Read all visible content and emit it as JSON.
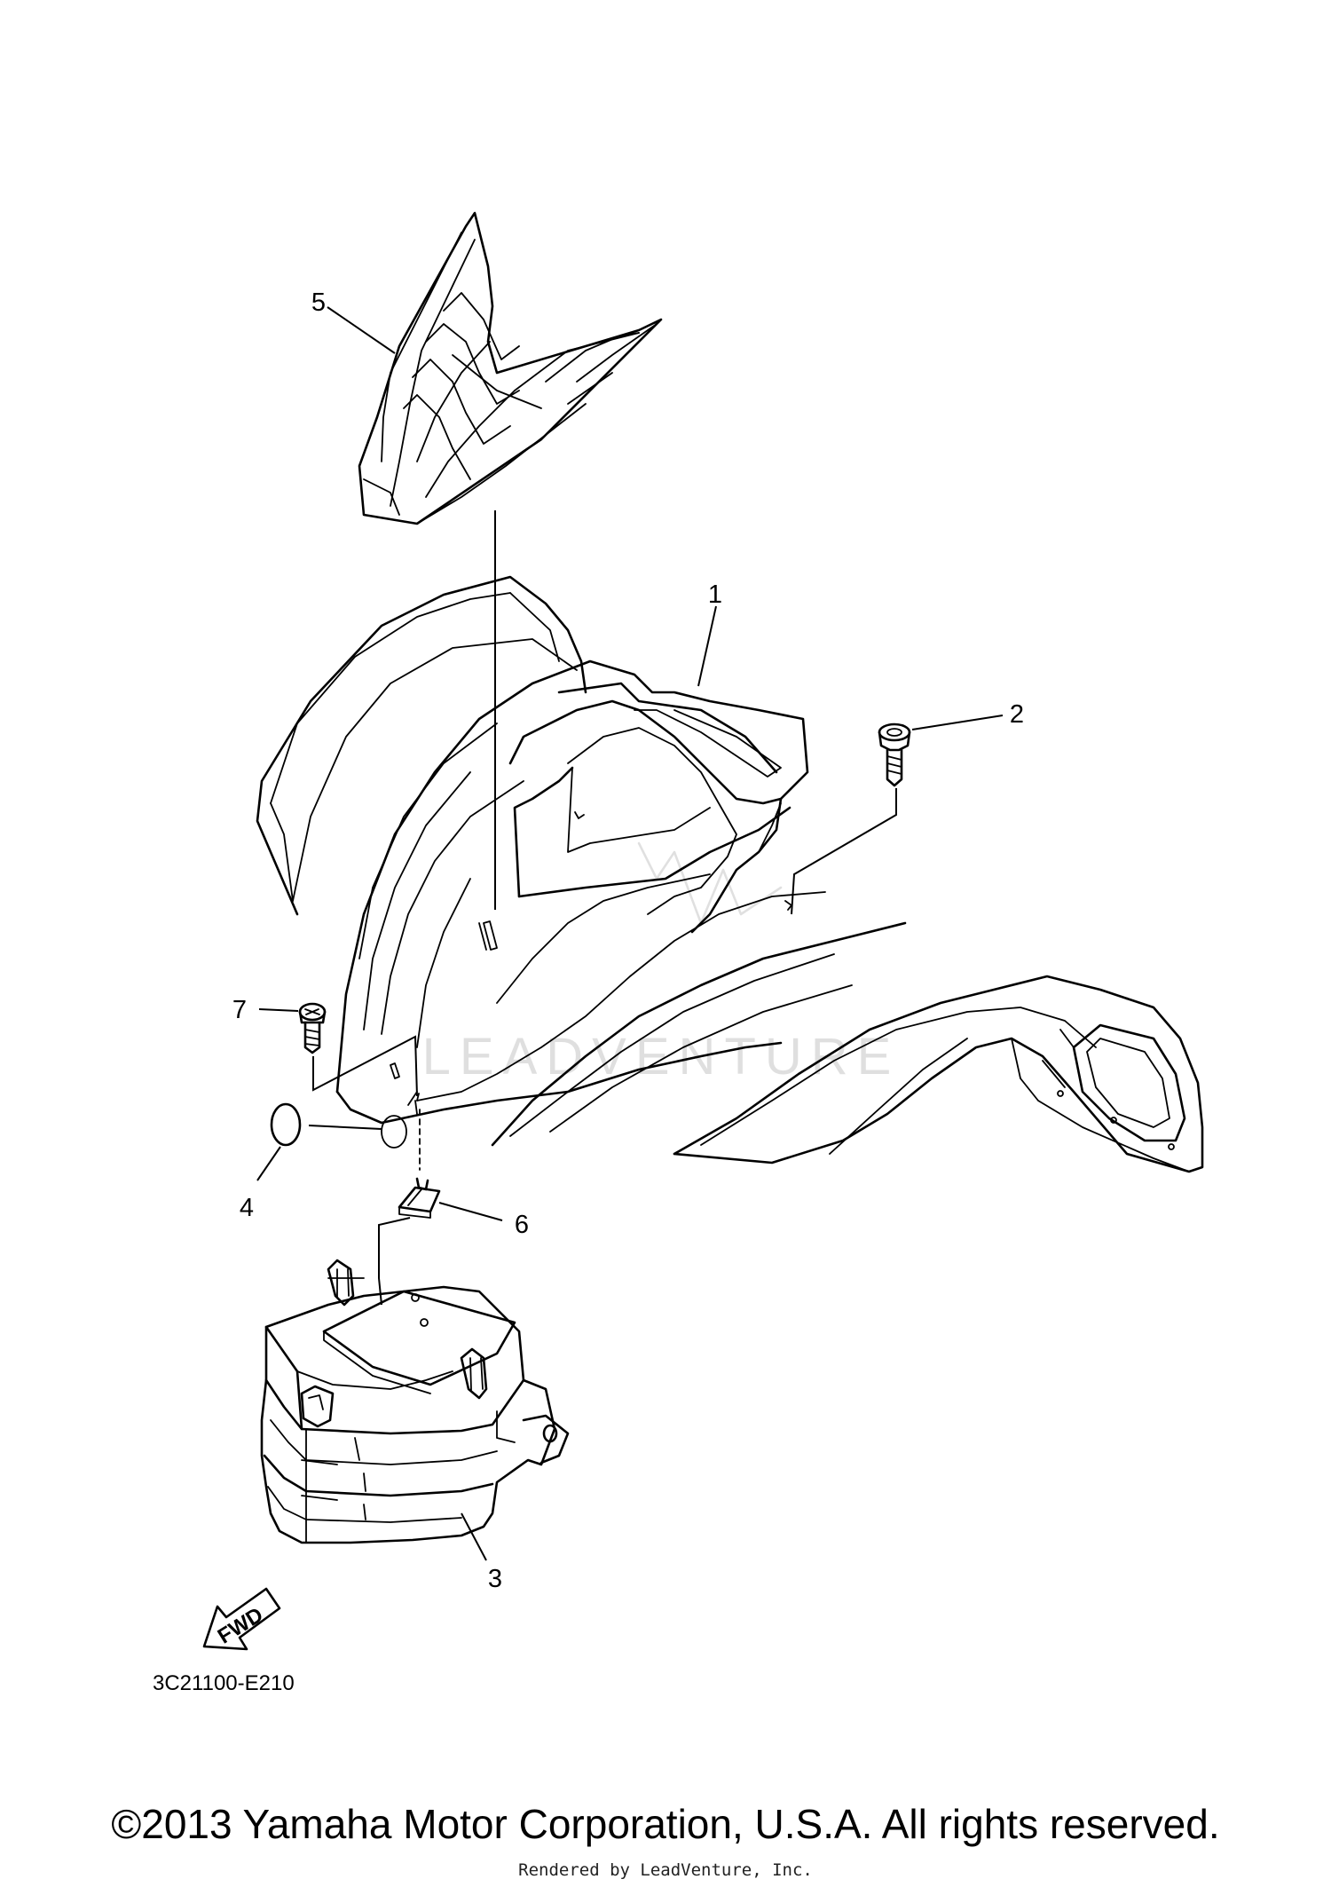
{
  "diagram": {
    "callouts": [
      {
        "id": "1",
        "label": "1"
      },
      {
        "id": "2",
        "label": "2"
      },
      {
        "id": "3",
        "label": "3"
      },
      {
        "id": "4",
        "label": "4"
      },
      {
        "id": "5",
        "label": "5"
      },
      {
        "id": "6",
        "label": "6"
      },
      {
        "id": "7",
        "label": "7"
      }
    ],
    "diagram_code": "3C21100-E210",
    "fwd_label": "FWD",
    "watermark_text": "LEADVENTURE"
  },
  "footer": {
    "copyright": "©2013 Yamaha Motor Corporation, U.S.A. All rights reserved.",
    "rendered_by": "Rendered by LeadVenture, Inc."
  }
}
